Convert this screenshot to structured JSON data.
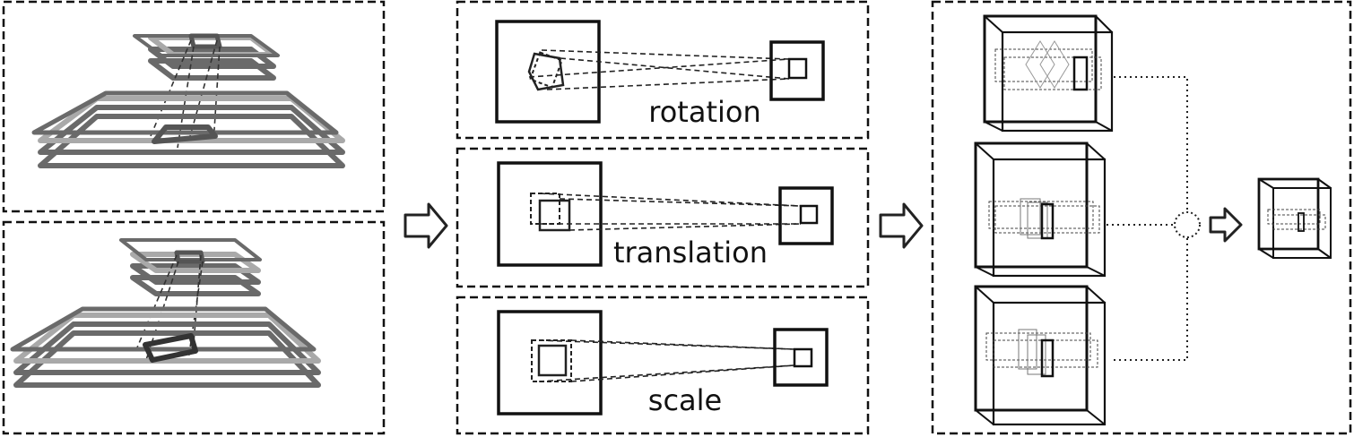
{
  "panels": {
    "transforms": [
      {
        "id": "rotation",
        "label": "rotation"
      },
      {
        "id": "translation",
        "label": "translation"
      },
      {
        "id": "scale",
        "label": "scale"
      }
    ]
  },
  "colors": {
    "stroke": "#111111",
    "layer_dark": "#666666",
    "layer_light": "#a9a9a9",
    "background": "#ffffff"
  },
  "icons": {
    "flow_arrow": "hollow-right-arrow-icon",
    "merge_node": "dotted-circle-icon"
  }
}
